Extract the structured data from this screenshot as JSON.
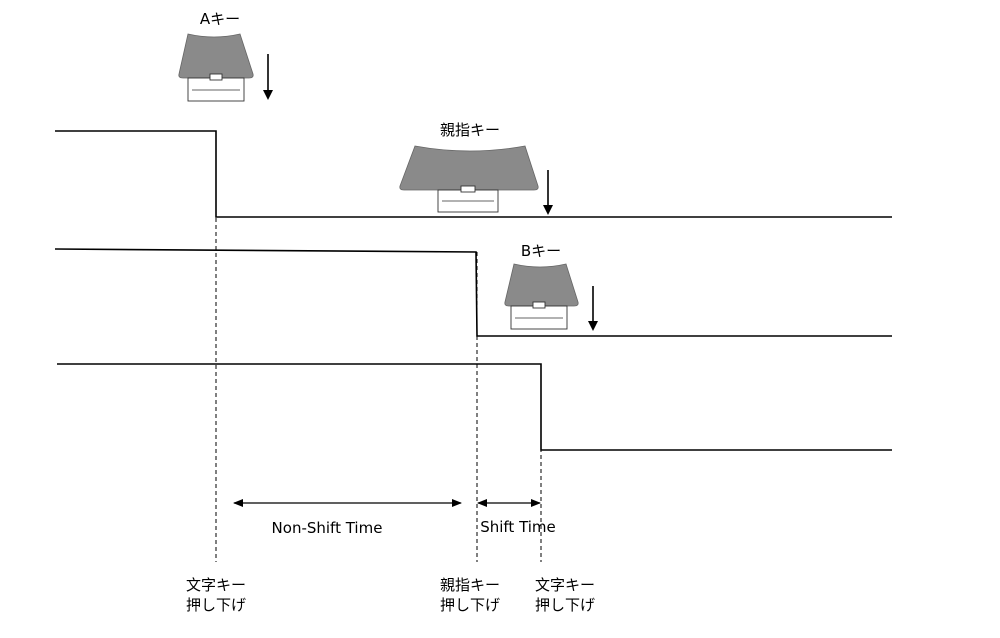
{
  "keys": {
    "a_label": "Aキー",
    "thumb_label": "親指キー",
    "b_label": "Bキー"
  },
  "spans": {
    "non_shift": "Non-Shift Time",
    "shift": "Shift Time"
  },
  "events": {
    "char_press_1": [
      "文字キー",
      "押し下げ"
    ],
    "thumb_press": [
      "親指キー",
      "押し下げ"
    ],
    "char_press_2": [
      "文字キー",
      "押し下げ"
    ]
  },
  "colors": {
    "keycap": "#8a8a8a",
    "line": "#000000"
  }
}
